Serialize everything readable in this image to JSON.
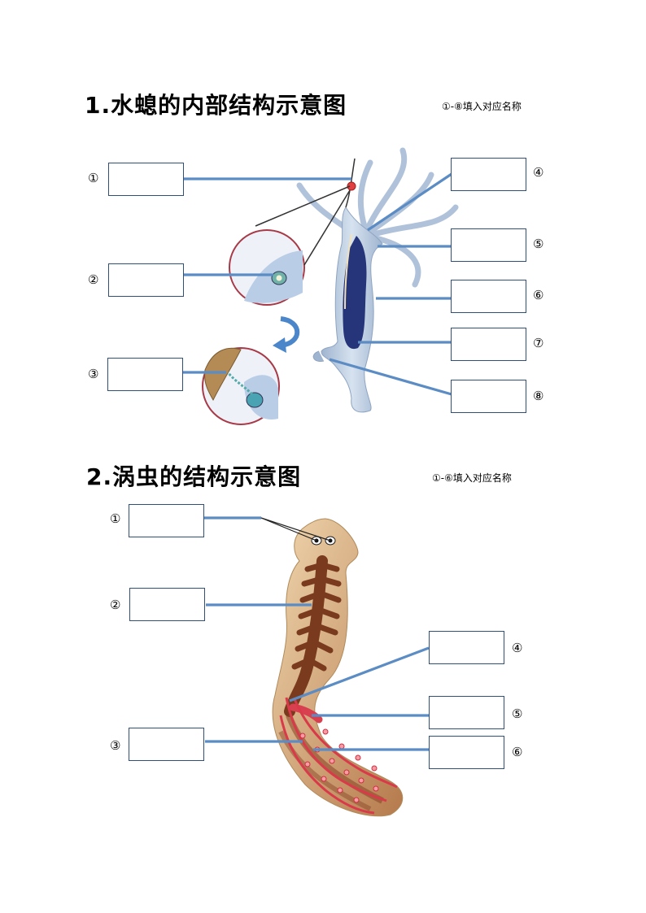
{
  "section1": {
    "title": "1.水螅的内部结构示意图",
    "hint": "①-⑧填入对应名称",
    "markers": [
      "①",
      "②",
      "③",
      "④",
      "⑤",
      "⑥",
      "⑦",
      "⑧"
    ]
  },
  "section2": {
    "title": "2.涡虫的结构示意图",
    "hint": "①-⑥填入对应名称",
    "markers": [
      "①",
      "②",
      "③",
      "④",
      "⑤",
      "⑥"
    ]
  },
  "colors": {
    "leader_line": "#5b8cc4",
    "box_border": "#2f4f78",
    "hydra_body": "#b8c8dc",
    "hydra_cavity": "#26347a",
    "planarian_body": "#e8c9a0",
    "planarian_gut": "#7a3a1e",
    "planarian_nerve": "#d83a4a"
  }
}
